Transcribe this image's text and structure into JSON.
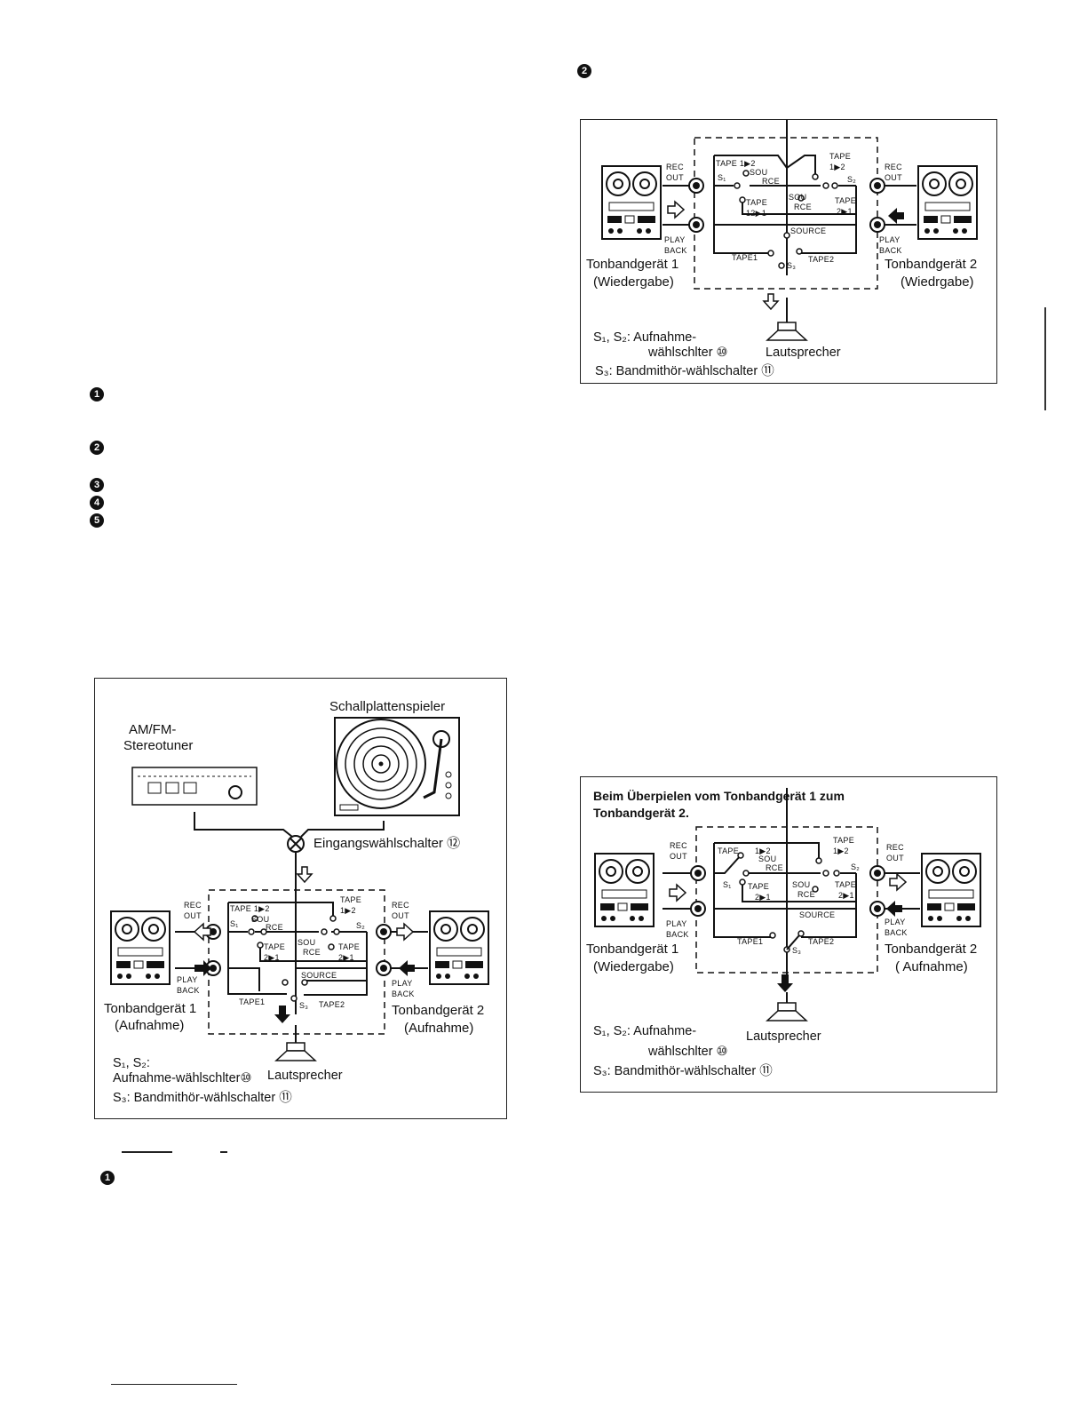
{
  "bullets": {
    "b1": "1",
    "b2": "2",
    "b3": "3",
    "b4": "4",
    "b5": "5",
    "top_right": "2",
    "bottom": "1"
  },
  "labels": {
    "rec": "REC",
    "out": "OUT",
    "play": "PLAY",
    "back": "BACK",
    "tape12": "TAPE 1▶2",
    "tape_top": "TAPE",
    "one_to_two": "1▶2",
    "sou": "SOU",
    "rce": "RCE",
    "tape": "TAPE",
    "tape21": "2▶1",
    "tape21_alt": "12▶1",
    "source": "SOURCE",
    "tape1": "TAPE1",
    "tape2": "TAPE2",
    "s1": "S₁",
    "s2": "S₂",
    "s3": "S₃"
  },
  "diagram_a": {
    "turntable": "Schallplattenspieler",
    "tuner_line1": "AM/FM-",
    "tuner_line2": "Stereotuner",
    "selector": "Eingangswählschalter ⑫",
    "deck1": "Tonbandgerät 1",
    "deck1_mode": "(Aufnahme)",
    "deck2": "Tonbandgerät 2",
    "deck2_mode": "(Aufnahme)",
    "legend1": "S₁, S₂:",
    "legend2": "Aufnahme-wählschlter⑩",
    "speaker": "Lautsprecher",
    "legend3": "S₃:  Bandmithör-wählschalter ⑪"
  },
  "diagram_b": {
    "deck1": "Tonbandgerät 1",
    "deck1_mode": "(Wiedergabe)",
    "deck2": "Tonbandgerät 2",
    "deck2_mode": "(Wiedrgabe)",
    "legend1": "S₁, S₂:  Aufnahme-",
    "legend2": "wählschlter ⑩",
    "speaker": "Lautsprecher",
    "legend3": "S₃:  Bandmithör-wählschalter ⑪"
  },
  "diagram_c": {
    "title_line1": "Beim Überpielen vom Tonbandgerät 1 zum",
    "title_line2": "Tonbandgerät 2.",
    "deck1": "Tonbandgerät 1",
    "deck1_mode": "(Wiedergabe)",
    "deck2": "Tonbandgerät 2",
    "deck2_mode": "( Aufnahme)",
    "legend1": "S₁, S₂:  Aufnahme-",
    "legend2": "wählschlter ⑩",
    "speaker": "Lautsprecher",
    "legend3": "S₃:  Bandmithör-wählschalter ⑪"
  }
}
